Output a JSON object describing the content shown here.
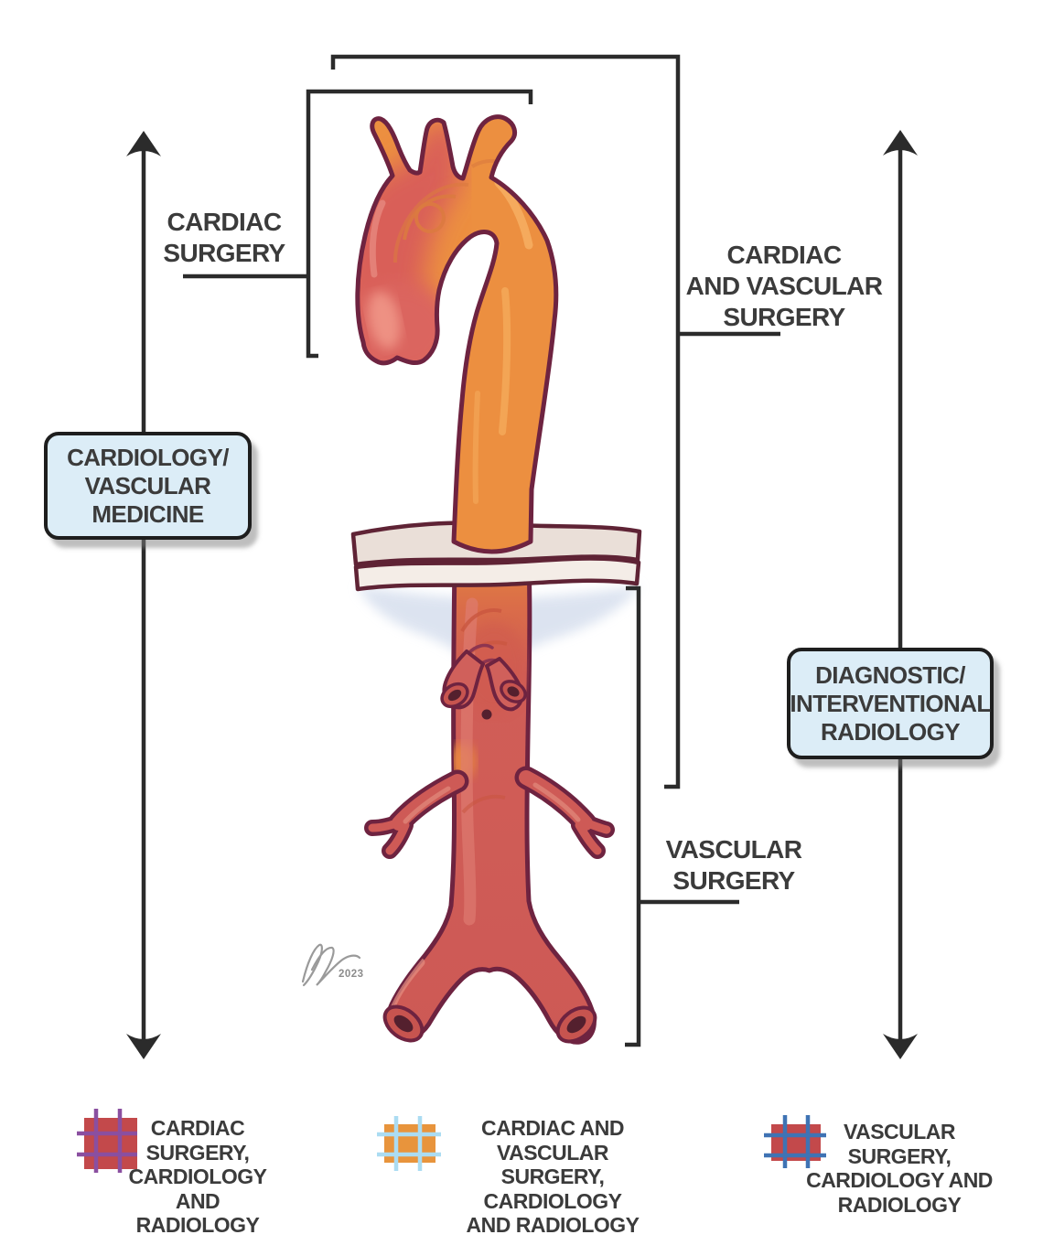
{
  "figure_title": "Aorta segments and treating specialties diagram",
  "labels": {
    "cardiac_surgery": {
      "lines": [
        "CARDIAC",
        "SURGERY"
      ]
    },
    "cardiac_and_vascular_surgery": {
      "lines": [
        "CARDIAC",
        "AND VASCULAR",
        "SURGERY"
      ]
    },
    "vascular_surgery": {
      "lines": [
        "VASCULAR",
        "SURGERY"
      ]
    }
  },
  "boxes": {
    "cardiology_vascular_medicine": {
      "lines": [
        "CARDIOLOGY/",
        "VASCULAR",
        "MEDICINE"
      ]
    },
    "diagnostic_interventional_radiology": {
      "lines": [
        "DIAGNOSTIC/",
        "INTERVENTIONAL",
        "RADIOLOGY"
      ]
    }
  },
  "signature": {
    "year": "2023"
  },
  "legend": {
    "items": [
      {
        "lines": [
          "CARDIAC",
          "SURGERY,",
          "CARDIOLOGY",
          "AND RADIOLOGY"
        ],
        "swatch_fill": "#c3494b",
        "grid_color": "#8a4fa0"
      },
      {
        "lines": [
          "CARDIAC AND",
          "VASCULAR SURGERY,",
          "CARDIOLOGY",
          "AND RADIOLOGY"
        ],
        "swatch_fill": "#e8943c",
        "grid_color": "#abdcf2"
      },
      {
        "lines": [
          "VASCULAR",
          "SURGERY,",
          "CARDIOLOGY AND",
          "RADIOLOGY"
        ],
        "swatch_fill": "#c3494b",
        "grid_color": "#3f73b4"
      }
    ]
  },
  "colors": {
    "line_and_arrow": "#2b2b2b",
    "label_text": "#3b3b3b",
    "callout_box_fill": "#dcedf7",
    "callout_box_border": "#1e1e1e",
    "aorta_outline": "#6e2340",
    "aorta_orange": "#ec8f40",
    "aorta_red": "#d25b56",
    "diaphragm_cream": "#eadfd8",
    "diaphragm_light": "#f4ede7",
    "shadow_blue": "#d9e1ef"
  }
}
